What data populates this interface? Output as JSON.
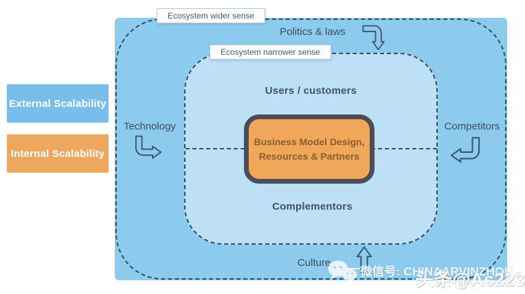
{
  "legend": {
    "external_label": "External Scalability",
    "internal_label": "Internal Scalability"
  },
  "regions": {
    "wider_label": "Ecosystem wider sense",
    "narrower_label": "Ecosystem narrower sense"
  },
  "factors": {
    "top": "Politics & laws",
    "left": "Technology",
    "right": "Competitors",
    "bottom": "Culture"
  },
  "inner_labels": {
    "top": "Users / customers",
    "bottom": "Complementors"
  },
  "center": {
    "line1": "Business Model Design,",
    "line2": "Resources & Partners"
  },
  "watermark": {
    "wechat_line": "微信号: CHINAARVINZHOU",
    "toutiao_line": "头条@As223"
  },
  "icons": {
    "top_arrow": "bent-arrow-down-icon",
    "left_arrow": "bent-arrow-right-icon",
    "right_arrow": "bent-arrow-left-icon",
    "bottom_arrow": "straight-arrow-up-icon",
    "watermark_icon": "wechat-bubbles-icon"
  },
  "colors": {
    "outer_fill": "#8DCBEE",
    "inner_fill": "#BEE0F7",
    "dash_stroke": "#2E4D66",
    "legend_blue": "#79BEEB",
    "legend_orange": "#EEA75F",
    "center_fill": "#F0A75A",
    "center_border": "#4C4E55",
    "center_text": "#8A5E2E",
    "label_text": "#3E4E5E"
  }
}
